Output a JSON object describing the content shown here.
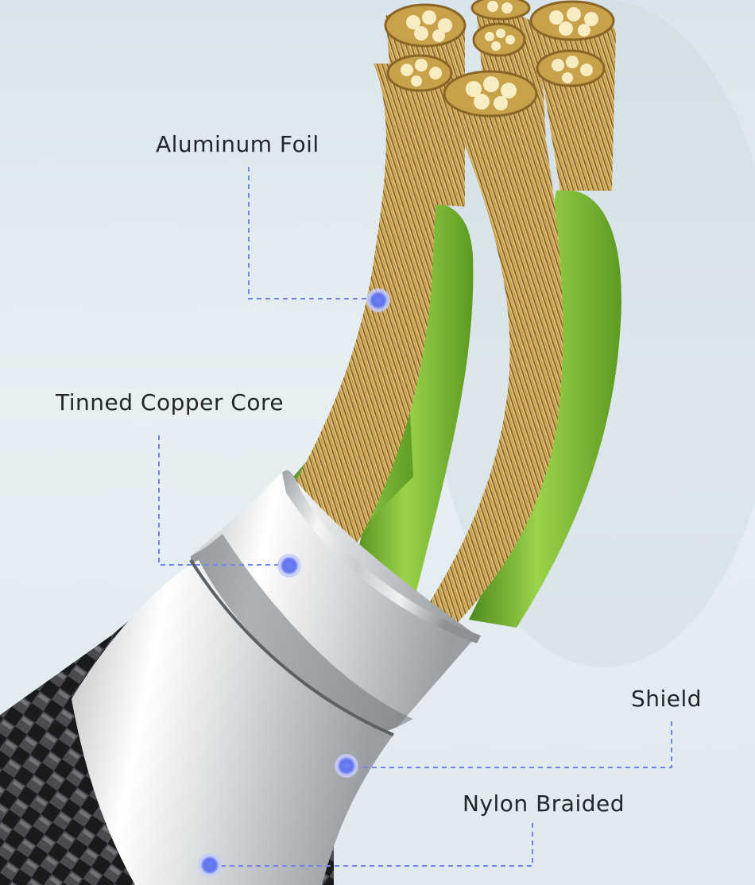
{
  "labels": {
    "aluminum_foil": "Aluminum Foil",
    "tinned_copper_core": "Tinned Copper Core",
    "shield": "Shield",
    "nylon_braided": "Nylon Braided"
  },
  "colors": {
    "background": "#e2ebf0",
    "marker": "#6d7ff0",
    "leader_line": "#6f86e8",
    "copper_wire": "#c9a24f",
    "wire_jacket": "#86c23a",
    "metal_sleeve": "#d6d8da",
    "braid": "#2e2f31",
    "label_text": "#232628"
  },
  "icons": {
    "marker": "callout-dot-icon"
  }
}
